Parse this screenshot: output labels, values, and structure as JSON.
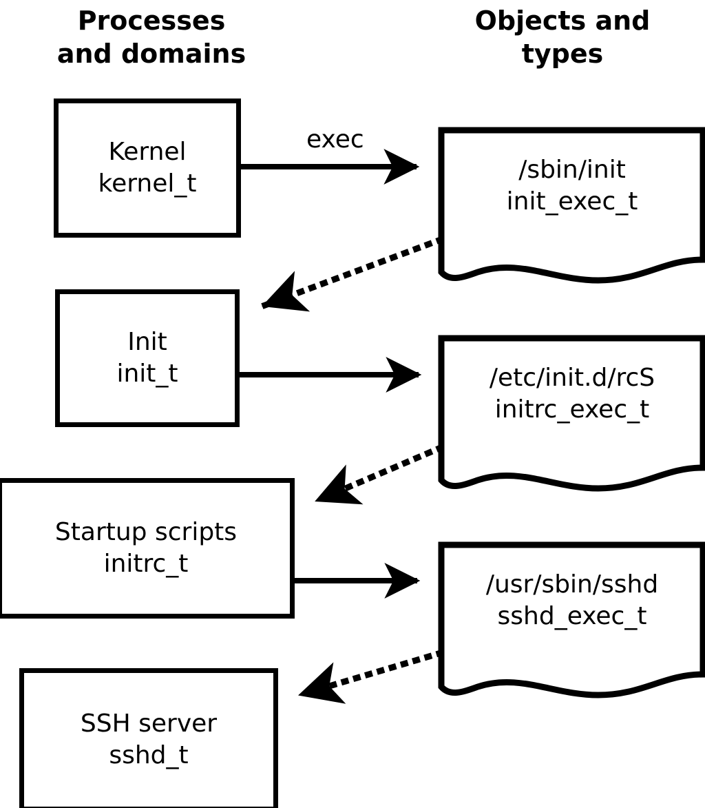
{
  "diagram": {
    "title_left": "Processes\nand domains",
    "title_right": "Objects and\ntypes",
    "colors": {
      "stroke": "#000000",
      "fill": "#ffffff",
      "text": "#000000"
    }
  },
  "processes": [
    {
      "name": "Kernel",
      "type": "kernel_t"
    },
    {
      "name": "Init",
      "type": "init_t"
    },
    {
      "name": "Startup scripts",
      "type": "initrc_t"
    },
    {
      "name": "SSH server",
      "type": "sshd_t"
    }
  ],
  "objects": [
    {
      "path": "/sbin/init",
      "type": "init_exec_t"
    },
    {
      "path": "/etc/init.d/rcS",
      "type": "initrc_exec_t"
    },
    {
      "path": "/usr/sbin/sshd",
      "type": "sshd_exec_t"
    }
  ],
  "edges": [
    {
      "id": "kernel-exec-init",
      "label": "exec",
      "style": "solid"
    },
    {
      "id": "init-exec-transition",
      "label": "",
      "style": "dotted"
    },
    {
      "id": "init-exec-rcs",
      "label": "",
      "style": "solid"
    },
    {
      "id": "initrc-exec-transition",
      "label": "",
      "style": "dotted"
    },
    {
      "id": "initrc-exec-sshd",
      "label": "",
      "style": "solid"
    },
    {
      "id": "sshd-exec-transition",
      "label": "",
      "style": "dotted"
    }
  ]
}
